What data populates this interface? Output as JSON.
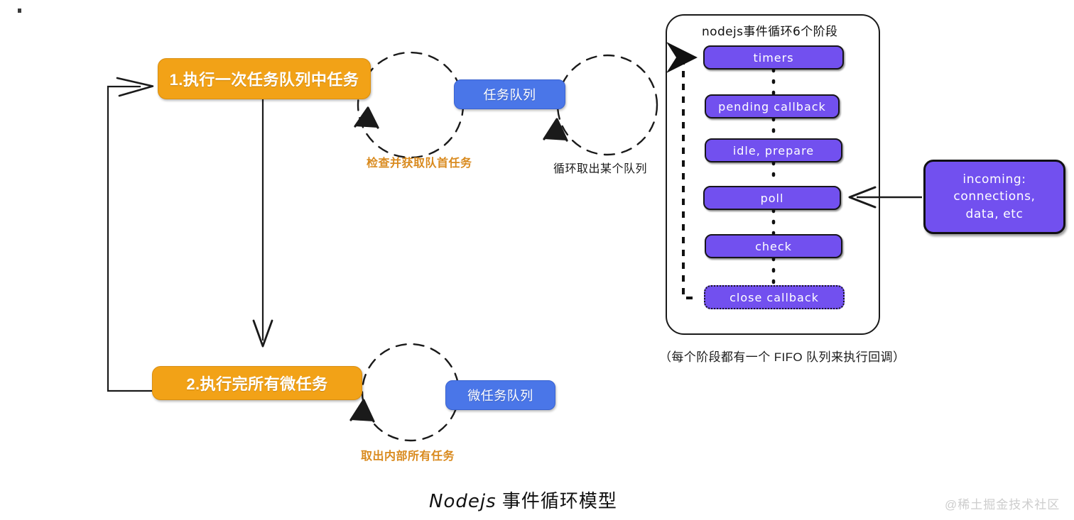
{
  "diagram": {
    "title_latin": "Nodejs",
    "title_cn": " 事件循环模型",
    "watermark": "@稀土掘金技术社区"
  },
  "loop": {
    "steps": [
      {
        "id": "step1",
        "label": "1.执行一次任务队列中任务"
      },
      {
        "id": "step2",
        "label": "2.执行完所有微任务"
      }
    ],
    "queues": [
      {
        "id": "task_queue",
        "label": "任务队列"
      },
      {
        "id": "micro_task_queue",
        "label": "微任务队列"
      }
    ],
    "annotations": [
      {
        "id": "fetch_head_task",
        "label": "检查并获取队首任务",
        "color": "#D98A1E"
      },
      {
        "id": "loop_pick_queue",
        "label": "循环取出某个队列",
        "color": "#1a1a1a"
      },
      {
        "id": "drain_all_tasks",
        "label": "取出内部所有任务",
        "color": "#D98A1E"
      }
    ]
  },
  "phases_panel": {
    "title": "nodejs事件循环6个阶段",
    "caption": "（每个阶段都有一个 FIFO 队列来执行回调）",
    "phases": [
      {
        "id": "timers",
        "label": "timers",
        "style": "solid"
      },
      {
        "id": "pending_callback",
        "label": "pending callback",
        "style": "solid"
      },
      {
        "id": "idle_prepare",
        "label": "idle, prepare",
        "style": "solid"
      },
      {
        "id": "poll",
        "label": "poll",
        "style": "solid"
      },
      {
        "id": "check",
        "label": "check",
        "style": "solid"
      },
      {
        "id": "close_callback",
        "label": "close callback",
        "style": "dotted"
      }
    ]
  },
  "incoming": {
    "line1": "incoming:",
    "line2": "connections,",
    "line3": "data, etc"
  },
  "colors": {
    "orange": "#F2A217",
    "blue": "#4A76E8",
    "purple": "#7250EF",
    "stroke": "#1a1a1a",
    "annotation_orange": "#D98A1E",
    "watermark_gray": "#cdcdcd"
  }
}
